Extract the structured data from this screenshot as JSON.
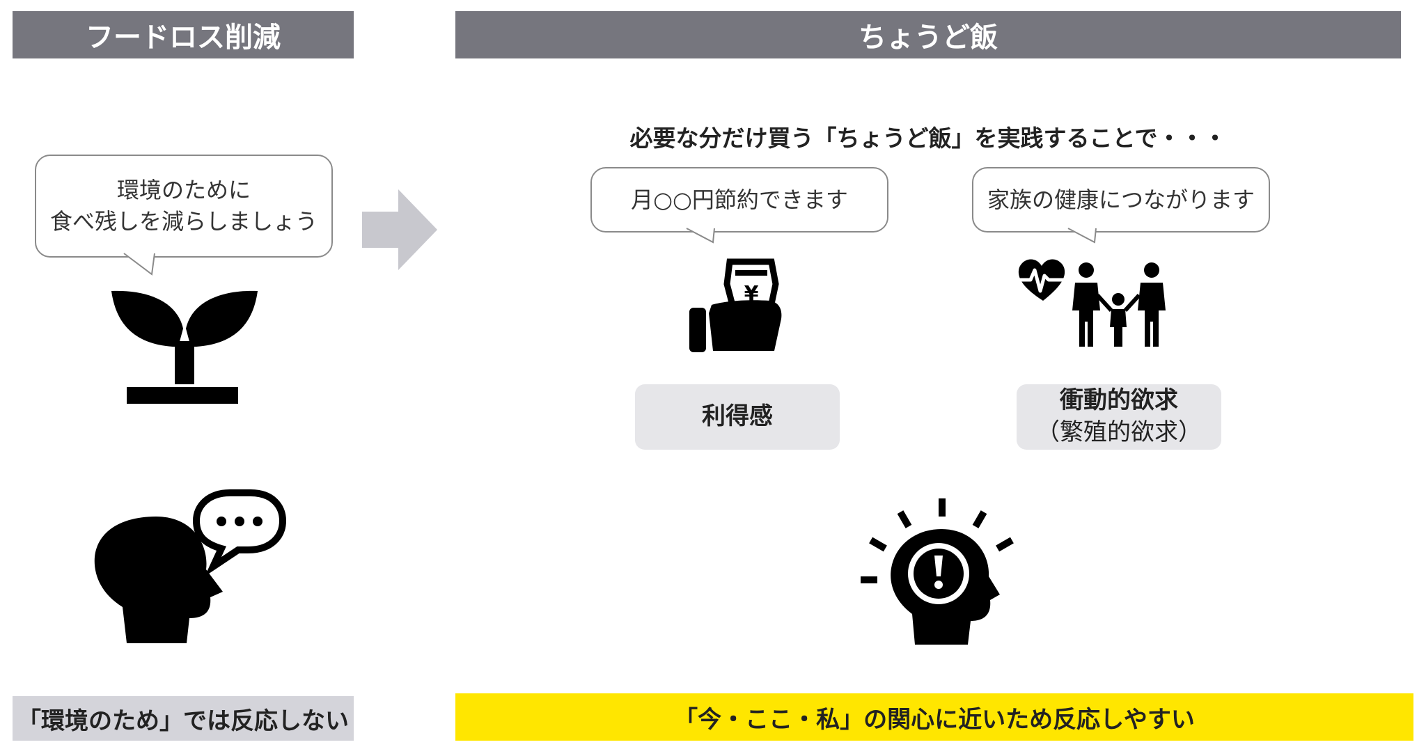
{
  "left": {
    "header": "フードロス削減",
    "bubble_line1": "環境のために",
    "bubble_line2": "食べ残しを減らしましょう",
    "footer": "「環境のため」では反応しない"
  },
  "right": {
    "header": "ちょうど飯",
    "lead": "必要な分だけ買う「ちょうど飯」を実践することで・・・",
    "bubble_savings": "月○○円節約できます",
    "bubble_health": "家族の健康につながります",
    "tag_benefit": "利得感",
    "tag_impulse_line1": "衝動的欲求",
    "tag_impulse_line2": "（繁殖的欲求）",
    "footer": "「今・ここ・私」の関心に近いため反応しやすい"
  },
  "colors": {
    "header_bg": "#76767e",
    "left_footer_bg": "#d4d4da",
    "right_footer_bg": "#ffe600",
    "arrow": "#c8c8ce",
    "tag_bg": "#e6e6e9"
  },
  "icons": {
    "sprout": "sprout-icon",
    "speaking_head": "speaking-head-icon",
    "money_hand": "money-hand-icon",
    "heart_family": "heart-family-icon",
    "idea_head": "idea-head-icon",
    "arrow": "right-arrow-icon"
  }
}
